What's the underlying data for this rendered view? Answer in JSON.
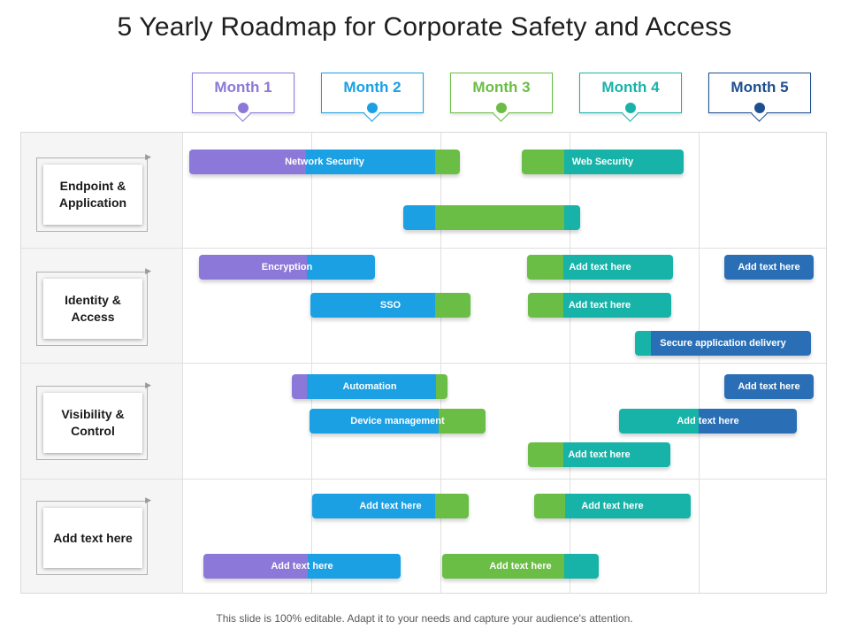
{
  "title": "5 Yearly Roadmap for Corporate Safety and Access",
  "colors": {
    "purple": "#8c78d8",
    "blue": "#1aa0e3",
    "green": "#6abd45",
    "teal": "#17b3a8",
    "navy": "#2a6fb5"
  },
  "months": [
    {
      "label": "Month 1",
      "color": "#8c78d8"
    },
    {
      "label": "Month 2",
      "color": "#1aa0e3"
    },
    {
      "label": "Month 3",
      "color": "#6abd45"
    },
    {
      "label": "Month 4",
      "color": "#17b3a8"
    },
    {
      "label": "Month 5",
      "color": "#1d4f8f"
    }
  ],
  "categories": [
    {
      "label": "Endpoint & Application"
    },
    {
      "label": "Identity & Access"
    },
    {
      "label": "Visibility & Control"
    },
    {
      "label": "Add text here"
    }
  ],
  "tasks": [
    {
      "text": "Network Security",
      "row": 0
    },
    {
      "text": "Web Security",
      "row": 0
    },
    {
      "text": "",
      "row": 0
    },
    {
      "text": "Encryption",
      "row": 1
    },
    {
      "text": "Add text here",
      "row": 1
    },
    {
      "text": "Add text here",
      "row": 1
    },
    {
      "text": "SSO",
      "row": 1
    },
    {
      "text": "Add text here",
      "row": 1
    },
    {
      "text": "Secure application delivery",
      "row": 1
    },
    {
      "text": "Automation",
      "row": 2
    },
    {
      "text": "Add text here",
      "row": 2
    },
    {
      "text": "Device management",
      "row": 2
    },
    {
      "text": "Add text here",
      "row": 2
    },
    {
      "text": "Add text here",
      "row": 2
    },
    {
      "text": "Add text here",
      "row": 3
    },
    {
      "text": "Add text here",
      "row": 3
    },
    {
      "text": "Add text here",
      "row": 3
    },
    {
      "text": "Add text here",
      "row": 3
    }
  ],
  "footer": "This slide is 100% editable. Adapt it to your needs and capture your audience's attention."
}
